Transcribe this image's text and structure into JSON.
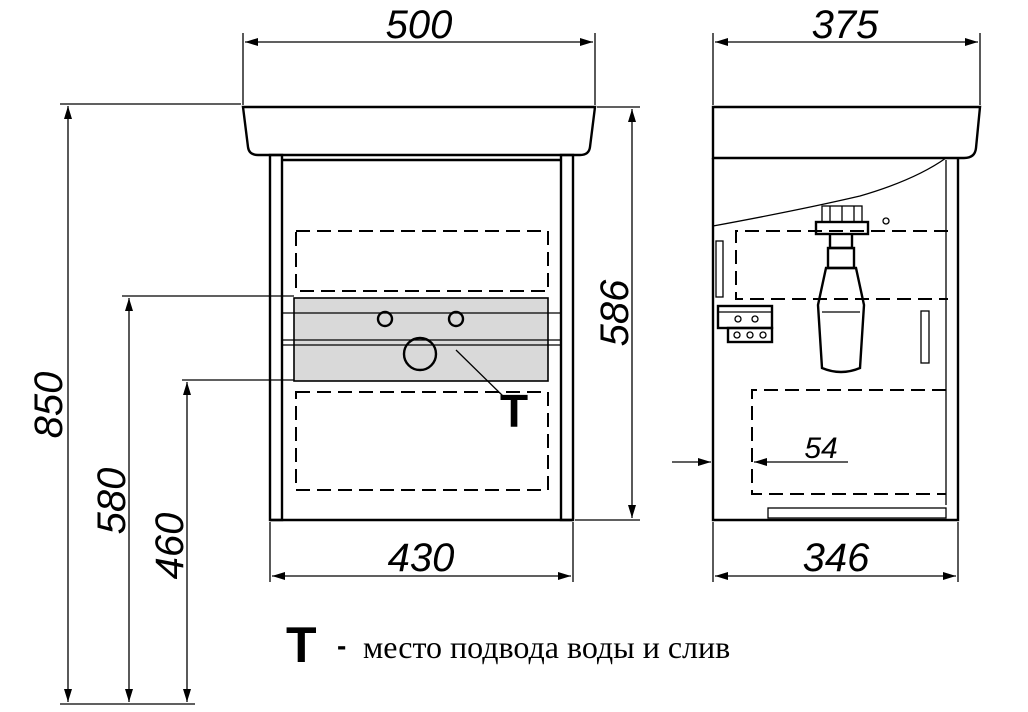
{
  "front_view": {
    "width_top": "500",
    "width_bottom": "430",
    "height_cabinet": "586",
    "height_total": "850",
    "height_inlet": "580",
    "height_drain": "460",
    "supply_marker": "T"
  },
  "side_view": {
    "depth_top": "375",
    "depth_bottom": "346",
    "offset": "54"
  },
  "legend": {
    "symbol": "T",
    "dash": "-",
    "text": "место подвода воды и слив"
  },
  "colors": {
    "line": "#000000",
    "supply_zone": "#d9d9d9",
    "background": "#ffffff"
  }
}
